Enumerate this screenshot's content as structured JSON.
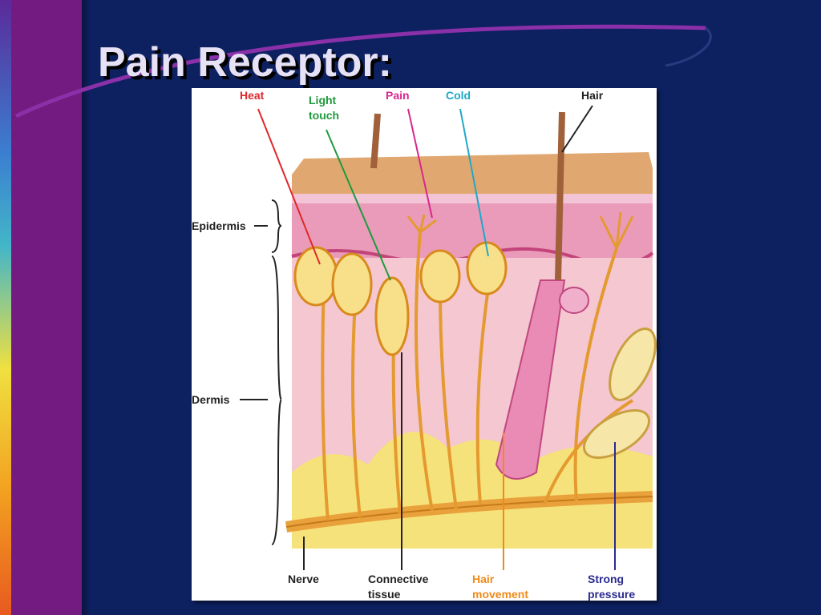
{
  "slide": {
    "title": "Pain Receptor:"
  },
  "figure": {
    "labels": {
      "heat": "Heat",
      "light_touch": "Light\ntouch",
      "pain": "Pain",
      "cold": "Cold",
      "hair": "Hair",
      "epidermis": "Epidermis",
      "dermis": "Dermis",
      "nerve": "Nerve",
      "connective_tissue": "Connective\ntissue",
      "hair_movement": "Hair\nmovement",
      "strong_pressure": "Strong\npressure"
    },
    "colors": {
      "heat": "#e0272a",
      "light_touch": "#1e9a3c",
      "pain": "#d9278f",
      "cold": "#1ea8c8",
      "hair": "#222222",
      "hair_movement": "#f08a1a",
      "strong_pressure": "#2a2a90"
    }
  }
}
